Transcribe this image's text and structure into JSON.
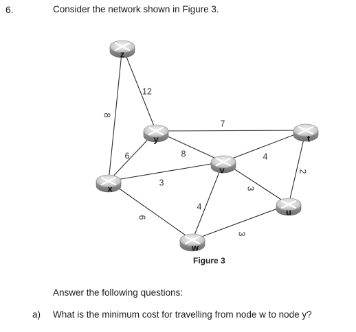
{
  "question": {
    "number": "6.",
    "prompt": "Consider the network shown in Figure 3."
  },
  "figure": {
    "caption": "Figure 3",
    "nodes": [
      {
        "id": "z",
        "label": "z"
      },
      {
        "id": "y",
        "label": "y"
      },
      {
        "id": "x",
        "label": "x"
      },
      {
        "id": "v",
        "label": "v"
      },
      {
        "id": "w",
        "label": "w"
      },
      {
        "id": "t",
        "label": "t"
      },
      {
        "id": "u",
        "label": "u"
      }
    ],
    "edges": [
      {
        "from": "z",
        "to": "y",
        "weight": "12"
      },
      {
        "from": "z",
        "to": "x",
        "weight": "8"
      },
      {
        "from": "y",
        "to": "x",
        "weight": "6"
      },
      {
        "from": "y",
        "to": "t",
        "weight": "7"
      },
      {
        "from": "y",
        "to": "v",
        "weight": "8"
      },
      {
        "from": "x",
        "to": "v",
        "weight": "3"
      },
      {
        "from": "x",
        "to": "w",
        "weight": "6"
      },
      {
        "from": "v",
        "to": "w",
        "weight": "4"
      },
      {
        "from": "v",
        "to": "t",
        "weight": "4"
      },
      {
        "from": "v",
        "to": "u",
        "weight": "3"
      },
      {
        "from": "t",
        "to": "u",
        "weight": "2"
      },
      {
        "from": "w",
        "to": "u",
        "weight": "3"
      }
    ]
  },
  "instructions": "Answer the following questions:",
  "parts": [
    {
      "label": "a)",
      "text": "What is the minimum cost for travelling from node w to node y?"
    }
  ]
}
